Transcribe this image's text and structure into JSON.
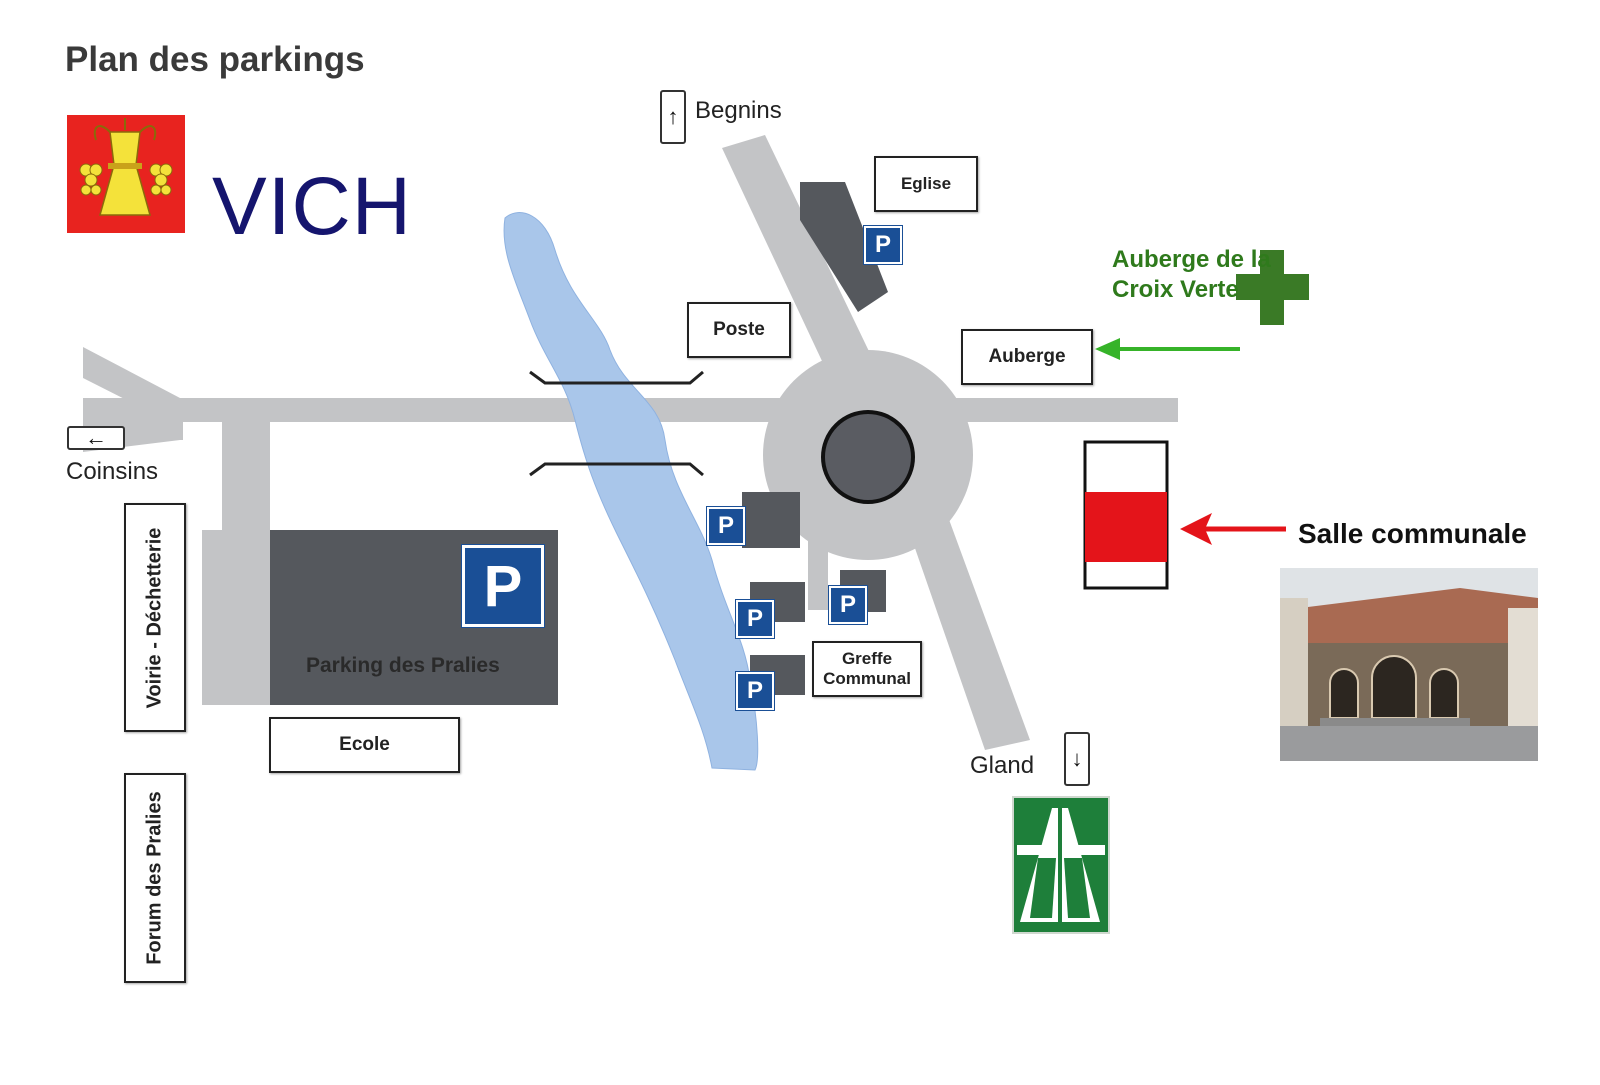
{
  "title": "Plan des parkings",
  "municipality": {
    "name": "VICH",
    "crest_icon": "wheat-sheaf-crest-icon",
    "crest_color": "#e8231f",
    "name_color": "#15156e"
  },
  "directions": {
    "north": {
      "label": "Begnins",
      "arrow": "↑"
    },
    "west": {
      "label": "Coinsins",
      "arrow": "←"
    },
    "south": {
      "label": "Gland",
      "arrow": "↓"
    }
  },
  "buildings": {
    "eglise": "Eglise",
    "poste": "Poste",
    "auberge": "Auberge",
    "greffe_line1": "Greffe",
    "greffe_line2": "Communal",
    "ecole": "Ecole",
    "voirie": "Voirie - Déchetterie",
    "forum": "Forum des Pralies"
  },
  "parking": {
    "main_label": "Parking des Pralies",
    "sign_letter": "P",
    "sign_color": "#1a4f96"
  },
  "auberge_callout": {
    "label": "Auberge de la Croix Verte",
    "color": "#2f7a1c"
  },
  "salle_callout": {
    "label": "Salle communale",
    "color": "#e4141a"
  },
  "motorway_sign": {
    "icon": "motorway-icon",
    "color": "#1e7f3a"
  },
  "colors": {
    "road": "#c3c4c6",
    "river": "#a9c6ea",
    "parking_lot": "#55585d",
    "roundabout_center": "#5a5c62"
  }
}
